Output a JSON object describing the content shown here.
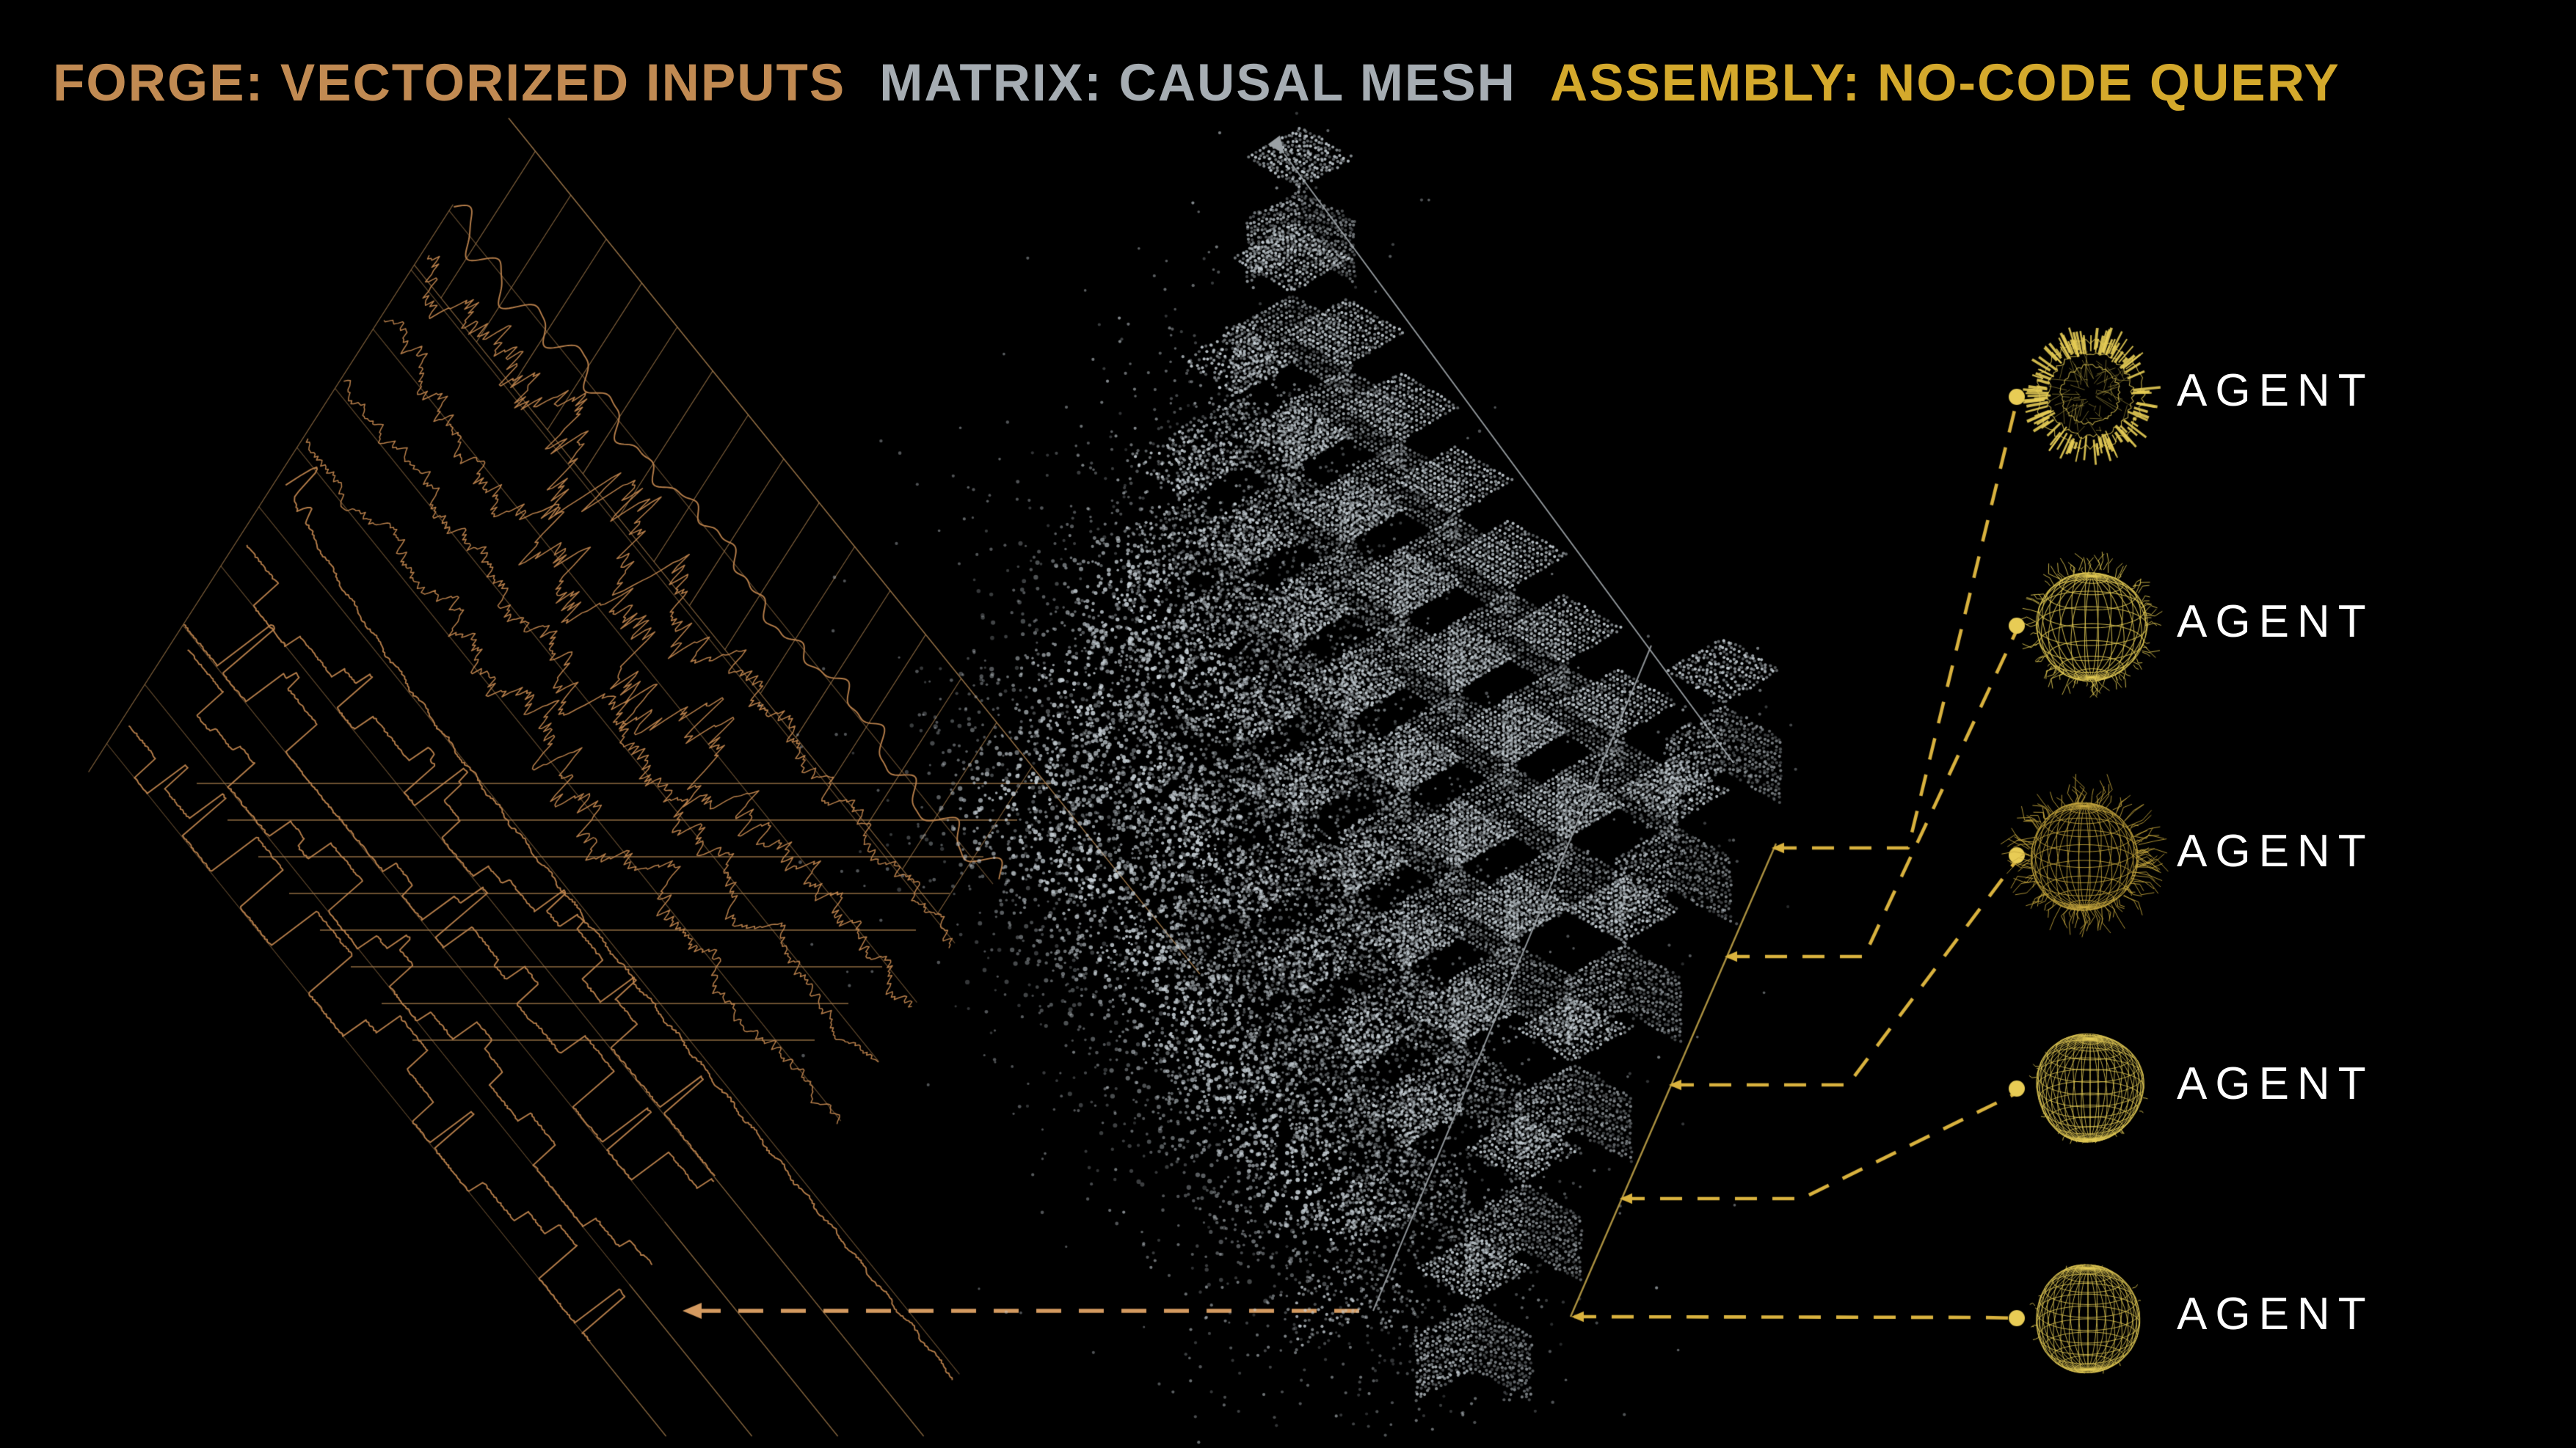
{
  "titles": {
    "forge": "FORGE: VECTORIZED INPUTS",
    "matrix": "MATRIX: CAUSAL MESH",
    "assembly": "ASSEMBLY: NO-CODE QUERY"
  },
  "agents": [
    {
      "label": "AGENT",
      "icon": "wire-sphere-radial-disc"
    },
    {
      "label": "AGENT",
      "icon": "wire-sphere-spiky-mesh"
    },
    {
      "label": "AGENT",
      "icon": "wire-sphere-urchin"
    },
    {
      "label": "AGENT",
      "icon": "wire-sphere-lumpy-mesh"
    },
    {
      "label": "AGENT",
      "icon": "wire-sphere-soft-mesh"
    }
  ],
  "figure": {
    "input_trace_count": 10,
    "matrix_cube_strings": 6,
    "matrix_cubes_per_string": 7,
    "queue_cube_count": 6,
    "agent_count": 5
  },
  "colors": {
    "background": "#000000",
    "title_forge": "#C18A52",
    "title_matrix": "#A6ADB3",
    "title_assembly": "#D4A92C",
    "waveform": "#C0854E",
    "waveform_grid": "#A87E4E",
    "dashed_orange": "#D49A60",
    "mesh_gray": "#9AA0A4",
    "cube_dot": "#C7D0D6",
    "yellow_dash": "#D9B23E",
    "yellow_line": "#B59A45",
    "node_dot": "#E8CC55",
    "agent_sphere": "#E5CC55",
    "agent_sphere_dark": "#C9A93E",
    "label_text": "#FFFFFF"
  }
}
